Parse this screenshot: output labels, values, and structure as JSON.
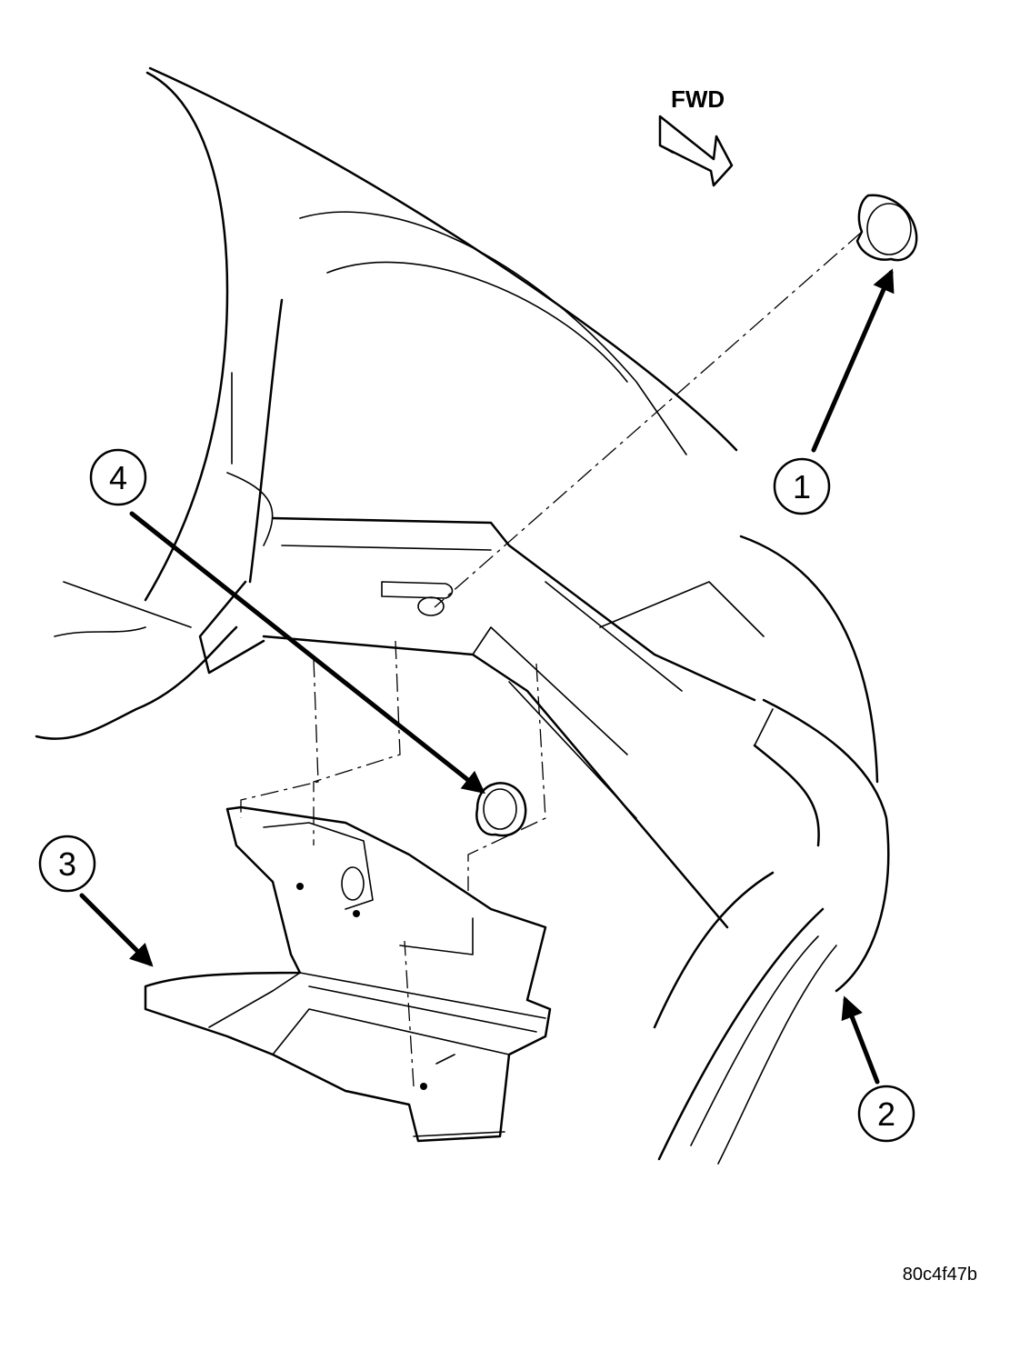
{
  "direction_label": "FWD",
  "callouts": [
    {
      "id": "1"
    },
    {
      "id": "2"
    },
    {
      "id": "3"
    },
    {
      "id": "4"
    }
  ],
  "figure_code": "80c4f47b",
  "colors": {
    "ink": "#000000",
    "paper": "#ffffff"
  }
}
